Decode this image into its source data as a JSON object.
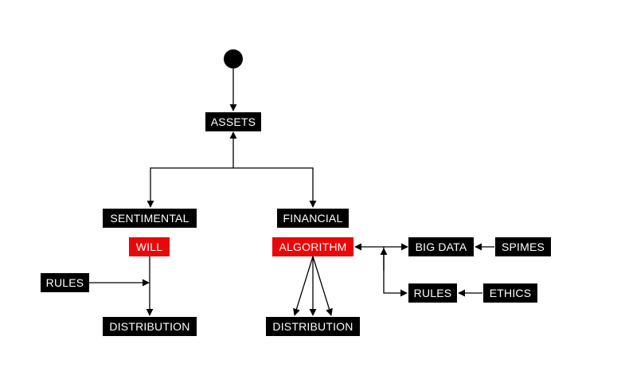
{
  "colors": {
    "box": "#000000",
    "highlight": "#e8080a",
    "text": "#ffffff",
    "line": "#000000"
  },
  "nodes": {
    "assets": "ASSETS",
    "sentimental": "SENTIMENTAL",
    "financial": "FINANCIAL",
    "will": "WILL",
    "algorithm": "ALGORITHM",
    "rules_left": "RULES",
    "distribution_left": "DISTRIBUTION",
    "distribution_right": "DISTRIBUTION",
    "big_data": "BIG DATA",
    "spimes": "SPIMES",
    "rules_right": "RULES",
    "ethics": "ETHICS"
  }
}
